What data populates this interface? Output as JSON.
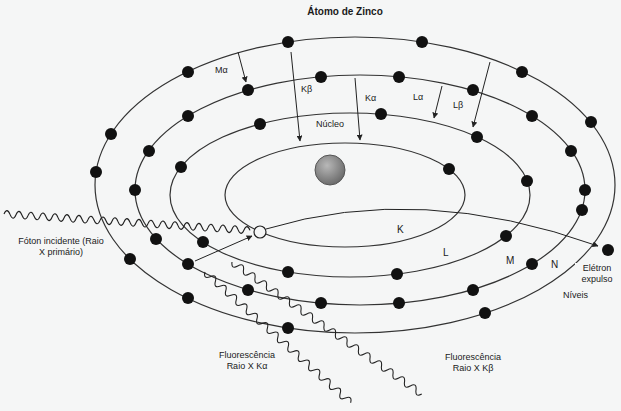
{
  "diagram": {
    "title": "Átomo de Zinco",
    "nodes": [
      {
        "text": [
          "Núcleo"
        ]
      }
    ],
    "labels": [
      "Mα",
      "Kβ",
      "Kα",
      "Lα",
      "Lβ",
      "Fóton incidente (Raio X primário)",
      "K",
      "L",
      "M",
      "N",
      "Níveis",
      "Elétron expulso",
      "Fluorescência Raio X Kα",
      "Fluorescência Raio X Kβ"
    ]
  }
}
